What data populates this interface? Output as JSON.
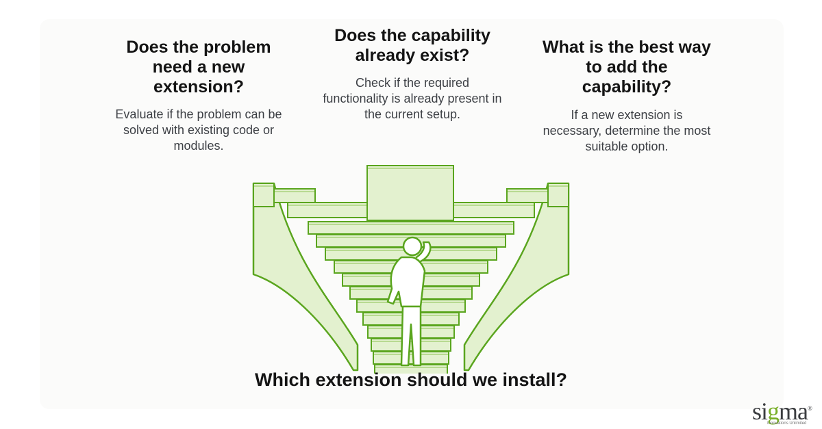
{
  "columns": [
    {
      "title": "Does the problem need a new extension?",
      "description": "Evaluate if the problem can be solved with existing code or modules."
    },
    {
      "title": "Does the capability already exist?",
      "description": "Check if the required functionality is already present in the current setup."
    },
    {
      "title": "What is the best way to add the capability?",
      "description": "If a new extension is necessary, determine the most suitable option."
    }
  ],
  "caption": "Which extension should we install?",
  "logo": {
    "pre": "si",
    "accent": "g",
    "post": "ma",
    "mark": "®",
    "tagline": "Innovations Unlimited"
  },
  "colors": {
    "stair_stroke": "#5aa51e",
    "stair_fill": "#e3f1cf",
    "stair_dark": "#a9d27d",
    "title_text": "#141414",
    "body_text": "#3c3f44"
  },
  "icons": [
    "staircase-illustration",
    "confused-person-icon"
  ]
}
